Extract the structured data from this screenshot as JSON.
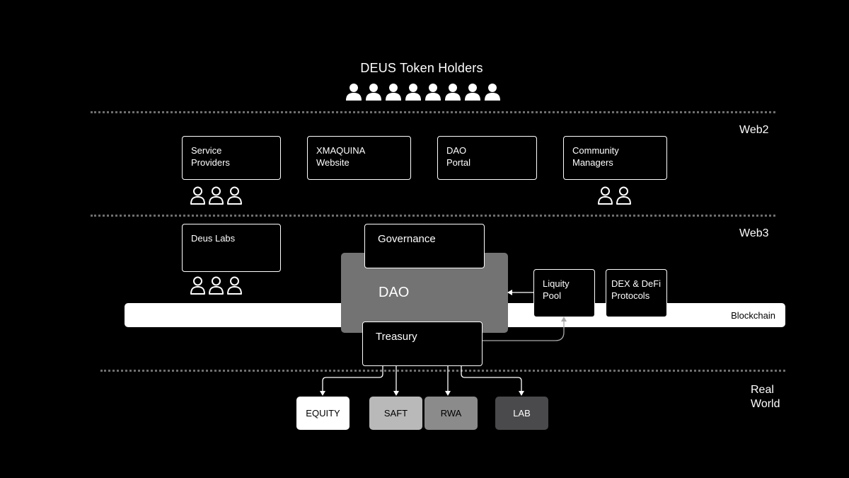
{
  "title": "DEUS Token Holders",
  "layers": {
    "web2": "Web2",
    "web3": "Web3",
    "real_world": "Real\nWorld"
  },
  "web2_boxes": [
    {
      "label": "Service\nProviders"
    },
    {
      "label": "XMAQUINA\nWebsite"
    },
    {
      "label": "DAO\nPortal"
    },
    {
      "label": "Community\nManagers"
    }
  ],
  "web3": {
    "deus_labs": "Deus Labs",
    "governance": "Governance",
    "dao": "DAO",
    "treasury": "Treasury",
    "liquidity_pool": "Liquity\nPool",
    "dex_defi": "DEX & DeFi\nProtocols",
    "blockchain": "Blockchain"
  },
  "real_world": [
    "EQUITY",
    "SAFT",
    "RWA",
    "LAB"
  ],
  "colors": {
    "background": "#000000",
    "dao_block": "#737373",
    "equity": "#ffffff",
    "saft": "#b9b9b9",
    "rwa": "#8b8b8b",
    "lab": "#4a4a4c"
  },
  "icons": {
    "person": "user-outline-icon",
    "holder": "user-filled-icon"
  }
}
